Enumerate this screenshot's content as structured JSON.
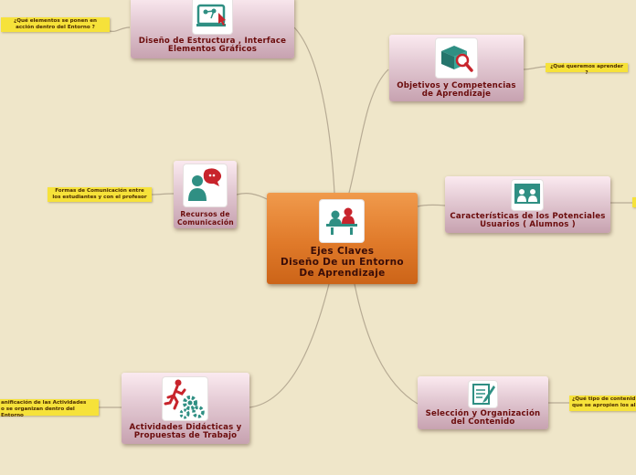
{
  "colors": {
    "background": "#efe6c9",
    "central_fill": "#e07a2a",
    "topic_fill": "#d9b9c6",
    "topic_text": "#6b0c0c",
    "note_fill": "#f6e23a",
    "connector": "#b7ab94",
    "icon_teal": "#2f8f83",
    "icon_red": "#c8242c"
  },
  "central": {
    "title": "Ejes Claves\nDiseño De un Entorno\nDe Aprendizaje",
    "icon": "classroom-students-icon"
  },
  "topics": [
    {
      "id": "estructura",
      "label": "Diseño de Estructura  , Interface Elementos Gráficos",
      "icon": "interface-design-icon",
      "note": "¿Qué elementos se ponen en acción dentro del Entorno ?"
    },
    {
      "id": "objetivos",
      "label": "Objetivos y Competencias de Aprendizaje",
      "icon": "search-box-icon",
      "note": "¿Qué queremos aprender ?"
    },
    {
      "id": "recursos",
      "label": "Recursos de Comunicación",
      "icon": "person-chat-icon",
      "note": "Formas de Comunicación entre los estudiantes y con el profesor"
    },
    {
      "id": "usuarios",
      "label": "Características de los Potenciales Usuarios ( Alumnos )",
      "icon": "users-group-icon",
      "note": ""
    },
    {
      "id": "actividades",
      "label": "Actividades Didácticas y Propuestas de Trabajo",
      "icon": "runner-gears-icon",
      "note": "anificación de las Actividades\no se organizan dentro del Entorno"
    },
    {
      "id": "contenido",
      "label": "Selección y Organización del Contenido",
      "icon": "document-edit-icon",
      "note": "¿Qué tipo de contenid\nque se apropien los al"
    }
  ]
}
